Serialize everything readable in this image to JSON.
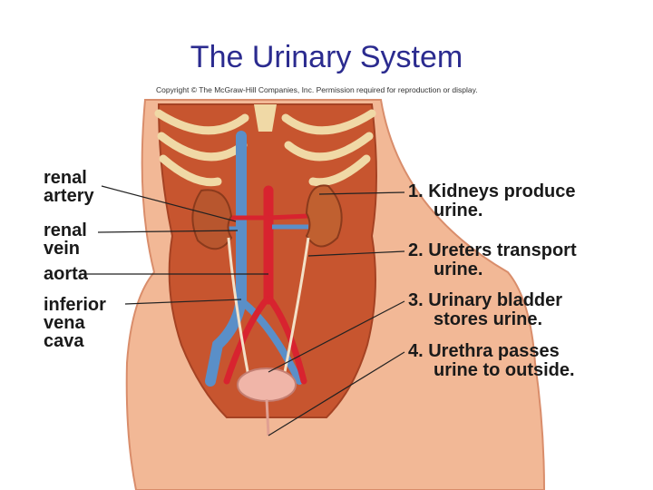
{
  "title": "The Urinary System",
  "copyright": "Copyright © The McGraw-Hill Companies, Inc. Permission required for reproduction or display.",
  "left_labels": {
    "renal_artery": [
      "renal",
      "artery"
    ],
    "renal_vein": [
      "renal",
      "vein"
    ],
    "aorta": "aorta",
    "inferior_vena_cava": [
      "inferior",
      "vena",
      "cava"
    ]
  },
  "right_labels": [
    {
      "line1": "1. Kidneys produce",
      "line2": "urine."
    },
    {
      "line1": "2. Ureters transport",
      "line2": "urine."
    },
    {
      "line1": "3. Urinary bladder",
      "line2": "stores urine."
    },
    {
      "line1": "4. Urethra passes",
      "line2": "urine to outside."
    }
  ],
  "colors": {
    "title": "#2b2b8f",
    "skin": "#f2b896",
    "muscle": "#c7552f",
    "kidney": "#b8562e",
    "artery": "#d8232f",
    "vein": "#5a8fc8",
    "bladder": "#f0b5a8"
  }
}
